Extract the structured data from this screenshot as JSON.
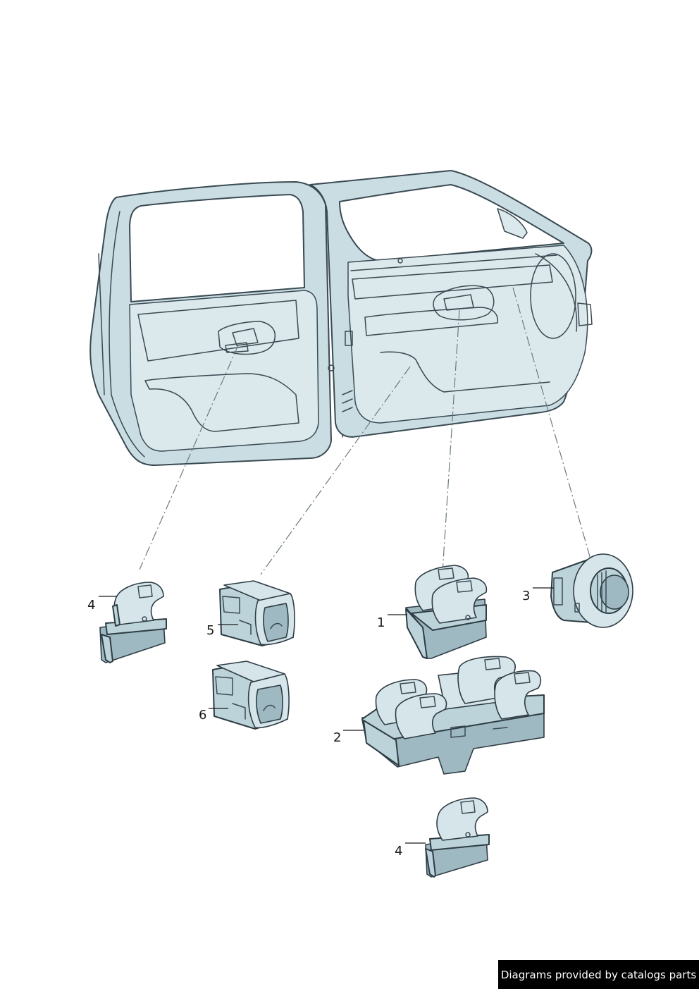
{
  "callouts": [
    {
      "id": "callout-4-left",
      "text": "4"
    },
    {
      "id": "callout-5",
      "text": "5"
    },
    {
      "id": "callout-6",
      "text": "6"
    },
    {
      "id": "callout-1",
      "text": "1"
    },
    {
      "id": "callout-2",
      "text": "2"
    },
    {
      "id": "callout-3",
      "text": "3"
    },
    {
      "id": "callout-4-bottom",
      "text": "4"
    }
  ],
  "credit": "Diagrams provided by catalogs parts",
  "colors": {
    "part_fill": "#bdd3da",
    "outline": "#2e3c44",
    "credit_background": "#000000",
    "credit_text": "#ffffff"
  },
  "icons": [
    "door-frame-illustration",
    "window-switch-part",
    "mirror-adjust-switch-part"
  ]
}
